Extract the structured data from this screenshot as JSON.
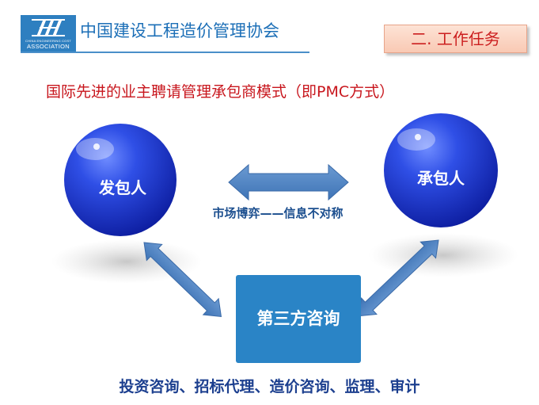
{
  "header": {
    "logo": {
      "line1": "CHINA ENGINEERING COST",
      "line2": "ASSOCIATION"
    },
    "org_name": "中国建设工程造价管理协会",
    "section_tab": "二. 工作任务"
  },
  "subtitle": "国际先进的业主聘请管理承包商模式（即PMC方式）",
  "diagram": {
    "client": "发包人",
    "contractor": "承包人",
    "third_party": "第三方咨询",
    "game_caption": "市场博弈——信息不对称"
  },
  "services": "投资咨询、招标代理、造价咨询、监理、审计",
  "colors": {
    "brand_blue": "#2e7fc0",
    "title_red": "#c8161d",
    "circle_blue": "#1f3bd6",
    "box_blue": "#2a84c6",
    "arrow_blue": "#4e86c4",
    "tab_fill": "#fbd6c4"
  }
}
